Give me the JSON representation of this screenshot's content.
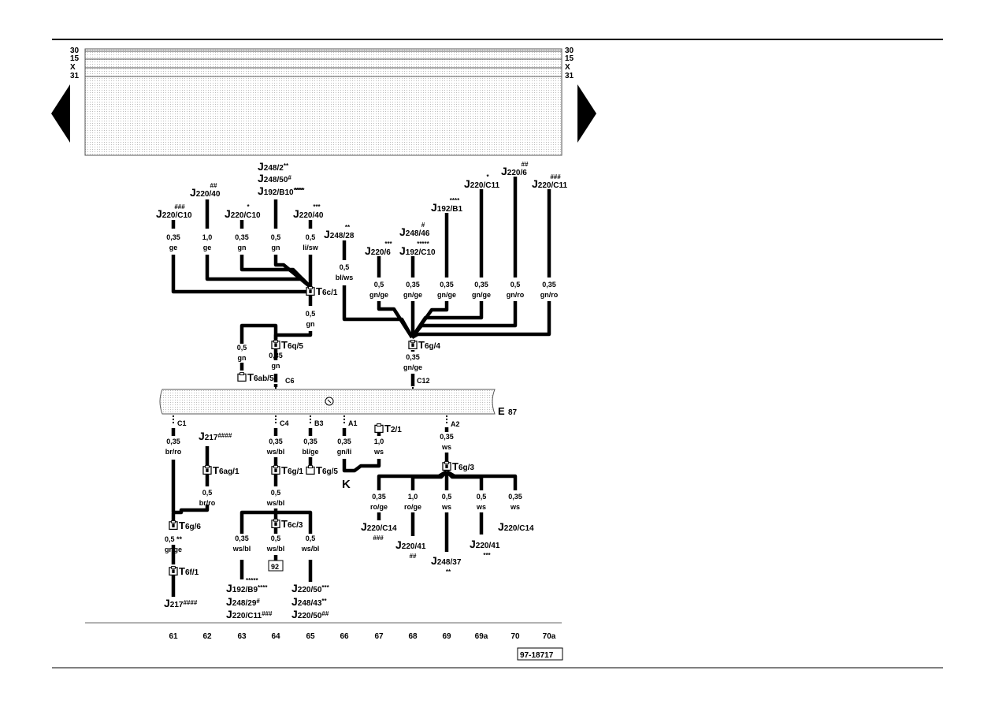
{
  "rails": [
    "30",
    "15",
    "X",
    "31"
  ],
  "diagram_number": "97-18717",
  "component_e": {
    "letter": "E",
    "sub": "87"
  },
  "tracks": [
    "61",
    "62",
    "63",
    "64",
    "65",
    "66",
    "67",
    "68",
    "69",
    "69a",
    "70",
    "70a"
  ],
  "connectors": [
    {
      "label": "T6c/1"
    },
    {
      "label": "T6q/5"
    },
    {
      "label": "T6ab/5"
    },
    {
      "label": "T6g/4"
    },
    {
      "label": "T6ag/1"
    },
    {
      "label": "T6g/1"
    },
    {
      "label": "T6g/5"
    },
    {
      "label": "T6g/3"
    },
    {
      "label": "T6g/6"
    },
    {
      "label": "T6c/3"
    },
    {
      "label": "T6f/1"
    },
    {
      "label": "T2/1"
    }
  ],
  "pins": [
    "C6",
    "C12",
    "C1",
    "C4",
    "B3",
    "A1",
    "A2"
  ],
  "ground_label": "K",
  "box_label": "92",
  "wires": [
    {
      "size": "0,35",
      "color": "ge"
    },
    {
      "size": "1,0",
      "color": "ge"
    },
    {
      "size": "0,35",
      "color": "gn"
    },
    {
      "size": "0,5",
      "color": "gn"
    },
    {
      "size": "0,5",
      "color": "li/sw"
    },
    {
      "size": "0,5",
      "color": "bl/ws"
    },
    {
      "size": "0,5",
      "color": "gn/ge"
    },
    {
      "size": "0,35",
      "color": "gn/ge"
    },
    {
      "size": "0,35",
      "color": "gn/ge"
    },
    {
      "size": "0,35",
      "color": "gn/ge"
    },
    {
      "size": "0,5",
      "color": "gn/ro"
    },
    {
      "size": "0,35",
      "color": "gn/ro"
    },
    {
      "size": "0,5",
      "color": "gn"
    },
    {
      "size": "0,5",
      "color": "gn"
    },
    {
      "size": "0,35",
      "color": "gn"
    },
    {
      "size": "0,35",
      "color": "gn/ge"
    },
    {
      "size": "0,35",
      "color": "br/ro"
    },
    {
      "size": "0,5",
      "color": "br/ro"
    },
    {
      "size": "0,35",
      "color": "ws/bl"
    },
    {
      "size": "0,35",
      "color": "bl/ge"
    },
    {
      "size": "0,35",
      "color": "gn/li"
    },
    {
      "size": "1,0",
      "color": "ws"
    },
    {
      "size": "0,35",
      "color": "ws"
    },
    {
      "size": "0,5",
      "color": "ws/bl"
    },
    {
      "size": "0,35",
      "color": "ro/ge"
    },
    {
      "size": "1,0",
      "color": "ro/ge"
    },
    {
      "size": "0,5",
      "color": "ws"
    },
    {
      "size": "0,5",
      "color": "ws"
    },
    {
      "size": "0,35",
      "color": "ws"
    },
    {
      "size": "0,5 **",
      "color": "gr/ge"
    },
    {
      "size": "0,35",
      "color": "ws/bl"
    },
    {
      "size": "0,5",
      "color": "ws/bl"
    },
    {
      "size": "0,5",
      "color": "ws/bl"
    }
  ],
  "components": [
    {
      "label": "220/C10",
      "mark": "###"
    },
    {
      "label": "220/40",
      "mark": "##"
    },
    {
      "label": "220/C10",
      "mark": "*"
    },
    {
      "label": "220/40",
      "mark": "***"
    },
    {
      "label": "248/2",
      "mark": "**"
    },
    {
      "label": "248/50",
      "mark": "#"
    },
    {
      "label": "192/B10",
      "mark": "****"
    },
    {
      "label": "",
      "mark": "****"
    },
    {
      "label": "248/28",
      "mark": "**"
    },
    {
      "label": "220/6",
      "mark": "***"
    },
    {
      "label": "248/46",
      "mark": "#"
    },
    {
      "label": "192/C10",
      "mark": "*****"
    },
    {
      "label": "192/B1",
      "mark": "****"
    },
    {
      "label": "220/C11",
      "mark": "*"
    },
    {
      "label": "220/6",
      "mark": "##"
    },
    {
      "label": "220/C11",
      "mark": "###"
    },
    {
      "label": "217",
      "mark": "####"
    },
    {
      "label": "220/C14",
      "mark": "###"
    },
    {
      "label": "220/41",
      "mark": "##"
    },
    {
      "label": "248/37",
      "mark": "**"
    },
    {
      "label": "220/41",
      "mark": "***"
    },
    {
      "label": "220/C14",
      "mark": ""
    },
    {
      "label": "192/B9",
      "mark": "****"
    },
    {
      "label": "",
      "mark": "*****"
    },
    {
      "label": "248/29",
      "mark": "#"
    },
    {
      "label": "220/C11",
      "mark": "###"
    },
    {
      "label": "220/50",
      "mark": "***"
    },
    {
      "label": "248/43",
      "mark": "**"
    },
    {
      "label": "220/50",
      "mark": "##"
    },
    {
      "label": "217",
      "mark": "####"
    }
  ]
}
